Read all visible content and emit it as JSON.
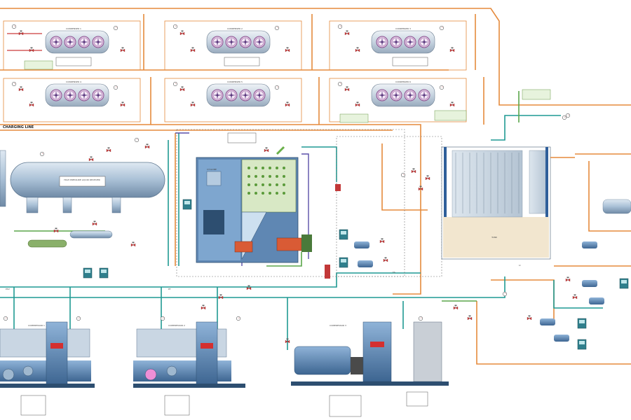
{
  "condensers": {
    "label": "CONDENSER",
    "items": [
      {
        "id": "c1",
        "label": "CONDENSER 1"
      },
      {
        "id": "c2",
        "label": "CONDENSER 2"
      },
      {
        "id": "c3",
        "label": "CONDENSER 3"
      },
      {
        "id": "c4",
        "label": "CONDENSER 4"
      },
      {
        "id": "c5",
        "label": "CONDENSER 5"
      },
      {
        "id": "c6",
        "label": "CONDENSER 6"
      }
    ]
  },
  "receiver": {
    "label": "HIGH PRESSURE LIQUID RECEIVER"
  },
  "charging_line": {
    "label": "CHARGING LINE"
  },
  "cascade_box": {
    "label": "CYCLONE"
  },
  "tank": {
    "label": "TANK"
  },
  "compressors": [
    {
      "id": "comp1",
      "title": "COMPRESSOR 1"
    },
    {
      "id": "comp2",
      "title": "COMPRESSOR 2"
    },
    {
      "id": "comp3",
      "title": "COMPRESSOR 3"
    }
  ],
  "tags": {
    "psv": "PSV",
    "pt": "PT",
    "ts": "TS",
    "li": "LI"
  },
  "colors": {
    "hot_gas": "#e58a3c",
    "liquid": "#1f9a93",
    "suction": "#5aa64a",
    "oil": "#5a4fa8",
    "valve": "#cc3a3a",
    "vessel": "#9fb8cf"
  },
  "icons": [
    "fan-icon",
    "valve-icon",
    "gauge-icon",
    "pump-icon",
    "motor-icon",
    "control-panel-icon"
  ]
}
